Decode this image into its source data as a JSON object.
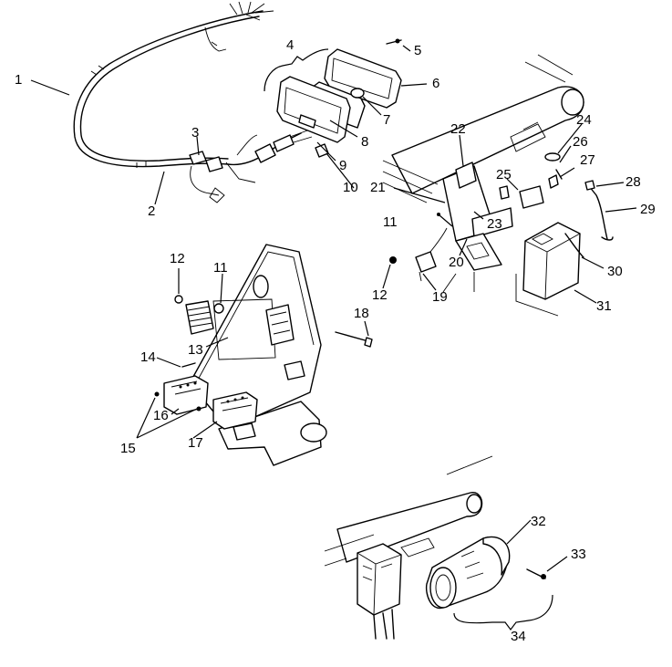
{
  "callouts": [
    {
      "id": "c1",
      "text": "1"
    },
    {
      "id": "c2",
      "text": "2"
    },
    {
      "id": "c3",
      "text": "3"
    },
    {
      "id": "c4",
      "text": "4"
    },
    {
      "id": "c5",
      "text": "5"
    },
    {
      "id": "c6",
      "text": "6"
    },
    {
      "id": "c7",
      "text": "7"
    },
    {
      "id": "c8",
      "text": "8"
    },
    {
      "id": "c9",
      "text": "9"
    },
    {
      "id": "c10",
      "text": "10"
    },
    {
      "id": "c11a",
      "text": "11"
    },
    {
      "id": "c11b",
      "text": "11"
    },
    {
      "id": "c12a",
      "text": "12"
    },
    {
      "id": "c12b",
      "text": "12"
    },
    {
      "id": "c13",
      "text": "13"
    },
    {
      "id": "c14",
      "text": "14"
    },
    {
      "id": "c15",
      "text": "15"
    },
    {
      "id": "c16",
      "text": "16"
    },
    {
      "id": "c17",
      "text": "17"
    },
    {
      "id": "c18",
      "text": "18"
    },
    {
      "id": "c19",
      "text": "19"
    },
    {
      "id": "c20",
      "text": "20"
    },
    {
      "id": "c21",
      "text": "21"
    },
    {
      "id": "c22",
      "text": "22"
    },
    {
      "id": "c23",
      "text": "23"
    },
    {
      "id": "c24",
      "text": "24"
    },
    {
      "id": "c25",
      "text": "25"
    },
    {
      "id": "c26",
      "text": "26"
    },
    {
      "id": "c27",
      "text": "27"
    },
    {
      "id": "c28",
      "text": "28"
    },
    {
      "id": "c29",
      "text": "29"
    },
    {
      "id": "c30",
      "text": "30"
    },
    {
      "id": "c31",
      "text": "31"
    },
    {
      "id": "c32",
      "text": "32"
    },
    {
      "id": "c33",
      "text": "33"
    },
    {
      "id": "c34",
      "text": "34"
    }
  ]
}
